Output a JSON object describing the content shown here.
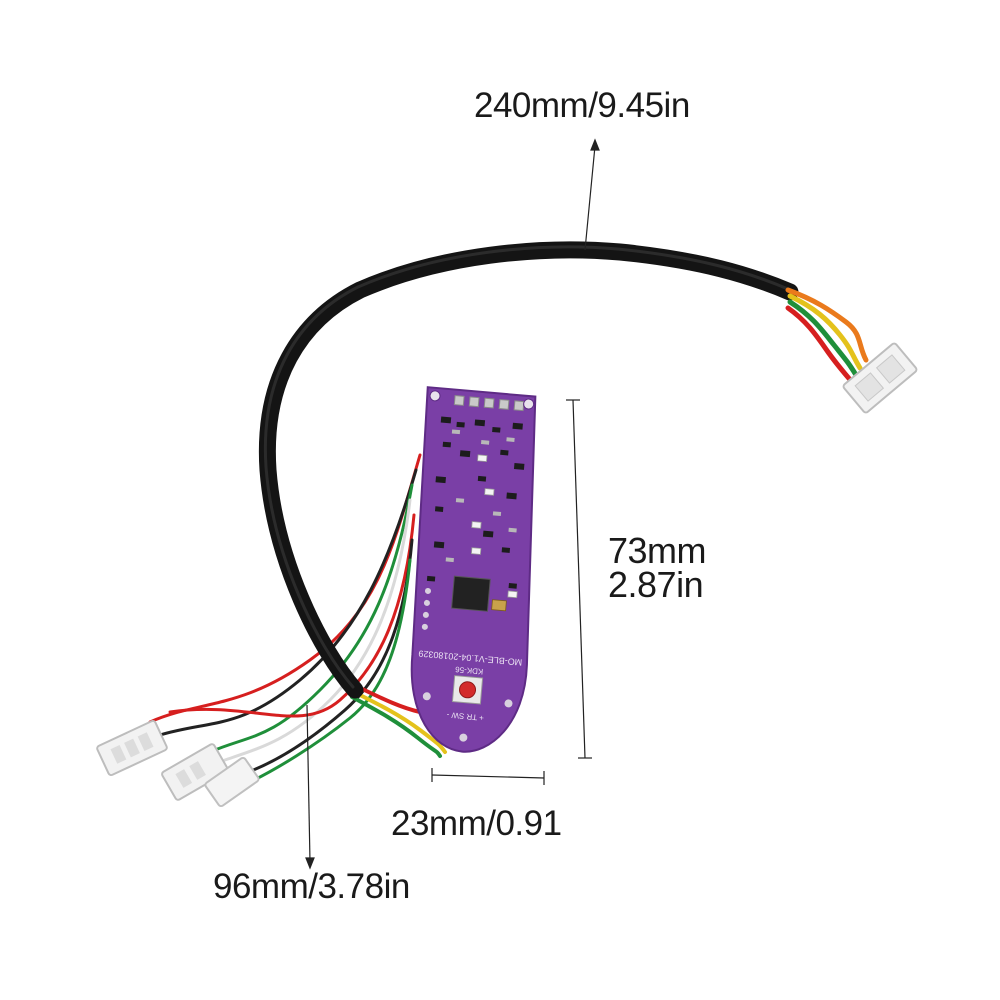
{
  "dimensions": {
    "cable_length": "240mm/9.45in",
    "board_height_mm": "73mm",
    "board_height_in": "2.87in",
    "board_width": "23mm/0.91",
    "lead_length": "96mm/3.78in"
  },
  "board": {
    "silkscreen_main": "MO-BLE-V1.04-20180329",
    "silkscreen_small": "KDK-56",
    "switch_label": "+ TR SW -"
  },
  "colors": {
    "board_purple": "#7a3fa6",
    "cable_black": "#141414",
    "button_red": "#d32b2b",
    "connector_white": "#f2f2f2",
    "wire_red": "#d61f1f",
    "wire_green": "#1f8f3a",
    "wire_yellow": "#e4c21c",
    "wire_orange": "#ea7a1c"
  }
}
